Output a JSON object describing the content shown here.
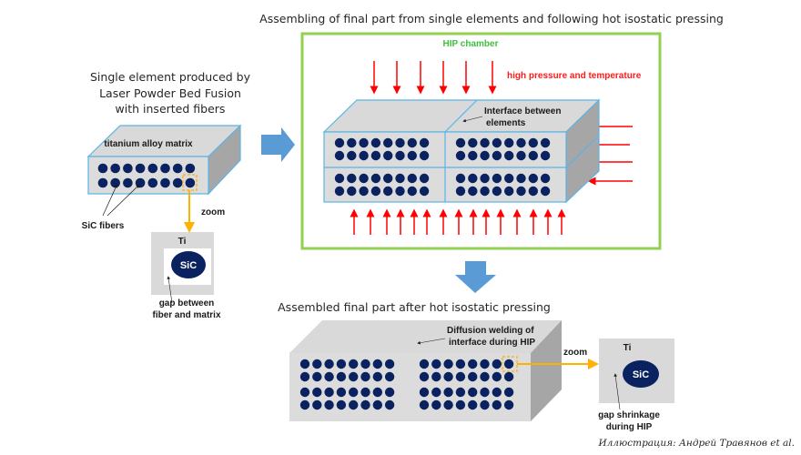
{
  "titles": {
    "single_element": [
      "Single element produced by",
      "Laser Powder Bed Fusion",
      "with inserted fibers"
    ],
    "assembling": "Assembling of final part from single elements and following hot isostatic pressing",
    "assembled": "Assembled final part after hot isostatic pressing"
  },
  "labels": {
    "matrix": "titanium alloy matrix",
    "sic_fibers": "SiC fibers",
    "zoom_left": "zoom",
    "zoom_right": "zoom",
    "ti_left": "Ti",
    "sic_left": "SiC",
    "gap_left": [
      "gap between",
      "fiber and matrix"
    ],
    "hip_chamber": "HIP chamber",
    "pressure": "high pressure and temperature",
    "interface": [
      "Interface between",
      "elements"
    ],
    "diffusion": [
      "Diffusion welding of",
      "interface during HIP"
    ],
    "ti_right": "Ti",
    "sic_right": "SiC",
    "gap_right": [
      "gap shrinkage",
      "during HIP"
    ]
  },
  "credit": "Иллюстрация: Андрей Травянов et al.",
  "colors": {
    "fiber": "#0b2260",
    "face_front": "#dcdcdc",
    "face_top": "#d9d9d9",
    "face_side": "#a6a6a6",
    "edge": "#5ab4e6",
    "chamber": "#92d050",
    "pressure_arrow": "#ff0000",
    "process_arrow": "#5b9bd5",
    "zoom_line": "#ffb000"
  },
  "fibers": {
    "single_element_grid": {
      "rows": 2,
      "cols": 8
    },
    "hip_element_grid": {
      "rows": 2,
      "cols": 8,
      "elements": 4
    },
    "final_part_grid": {
      "rows": 4,
      "cols": 8,
      "groups": 2
    }
  }
}
